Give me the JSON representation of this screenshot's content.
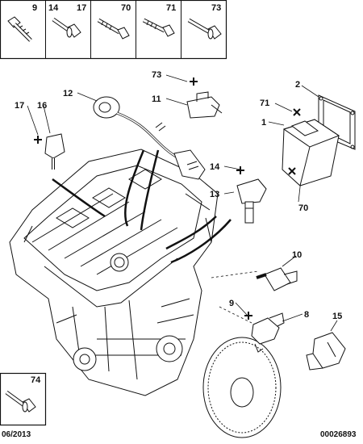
{
  "fastener_panel": {
    "cells": [
      {
        "ref": "9",
        "name": "fastener-cell-9"
      },
      {
        "ref": "14",
        "ref2": "17",
        "name": "fastener-cell-14-17"
      },
      {
        "ref": "70",
        "name": "fastener-cell-70"
      },
      {
        "ref": "71",
        "name": "fastener-cell-71"
      },
      {
        "ref": "73",
        "name": "fastener-cell-73"
      }
    ],
    "bottom_cell": {
      "ref": "74"
    }
  },
  "callouts": {
    "c73": "73",
    "c11": "11",
    "c12": "12",
    "c17": "17",
    "c16": "16",
    "c2": "2",
    "c71": "71",
    "c1": "1",
    "c14": "14",
    "c13": "13",
    "c70": "70",
    "c10": "10",
    "c9": "9",
    "c8": "8",
    "c15": "15"
  },
  "footer": {
    "date": "06/2013",
    "code": "00026893"
  },
  "colors": {
    "line": "#111111",
    "fill": "#ffffff"
  }
}
